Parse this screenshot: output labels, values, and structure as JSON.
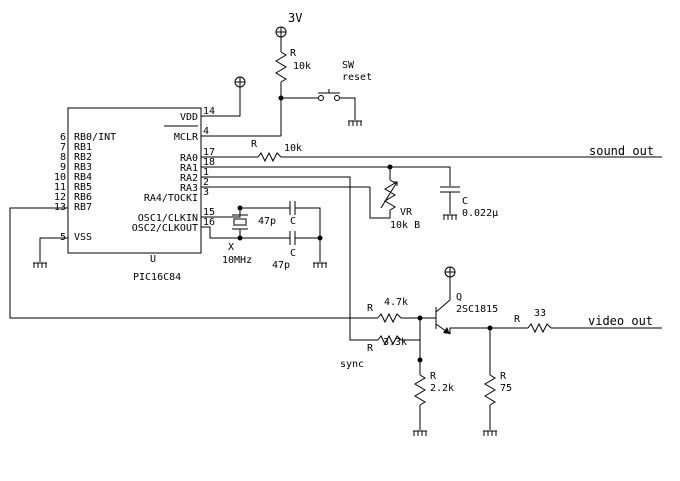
{
  "supply": {
    "label": "3V"
  },
  "reset_resistor": {
    "ref": "R",
    "value": "10k"
  },
  "reset_switch": {
    "ref": "SW",
    "label": "reset"
  },
  "ic": {
    "name": "U",
    "part": "PIC16C84",
    "left_pins": [
      {
        "num": "6",
        "name": "RB0/INT"
      },
      {
        "num": "7",
        "name": "RB1"
      },
      {
        "num": "8",
        "name": "RB2"
      },
      {
        "num": "9",
        "name": "RB3"
      },
      {
        "num": "10",
        "name": "RB4"
      },
      {
        "num": "11",
        "name": "RB5"
      },
      {
        "num": "12",
        "name": "RB6"
      },
      {
        "num": "13",
        "name": "RB7"
      },
      {
        "num": "5",
        "name": "VSS"
      }
    ],
    "right_pins": [
      {
        "num": "14",
        "name": "VDD"
      },
      {
        "num": "4",
        "name": "MCLR"
      },
      {
        "num": "17",
        "name": "RA0"
      },
      {
        "num": "18",
        "name": "RA1"
      },
      {
        "num": "1",
        "name": "RA2"
      },
      {
        "num": "2",
        "name": "RA3"
      },
      {
        "num": "3",
        "name": "RA4/TOCKI"
      },
      {
        "num": "15",
        "name": "OSC1/CLKIN"
      },
      {
        "num": "16",
        "name": "OSC2/CLKOUT"
      }
    ]
  },
  "sound_resistor": {
    "ref": "R",
    "value": "10k"
  },
  "sound_out": "sound out",
  "pot": {
    "ref": "VR",
    "value": "10k B"
  },
  "sound_cap": {
    "ref": "C",
    "value": "0.022µ"
  },
  "crystal": {
    "ref": "X",
    "value": "10MHz"
  },
  "osc_cap1": {
    "ref": "C",
    "value": "47p"
  },
  "osc_cap2": {
    "ref": "C",
    "value": "47p"
  },
  "r_video": {
    "ref": "R",
    "value": "4.7k"
  },
  "r_sync": {
    "ref": "R",
    "value": "3.3k"
  },
  "sync_label": "sync",
  "r_bias": {
    "ref": "R",
    "value": "2.2k"
  },
  "transistor": {
    "ref": "Q",
    "part": "2SC1815"
  },
  "r_out": {
    "ref": "R",
    "value": "33"
  },
  "r_term": {
    "ref": "R",
    "value": "75"
  },
  "video_out": "video out"
}
